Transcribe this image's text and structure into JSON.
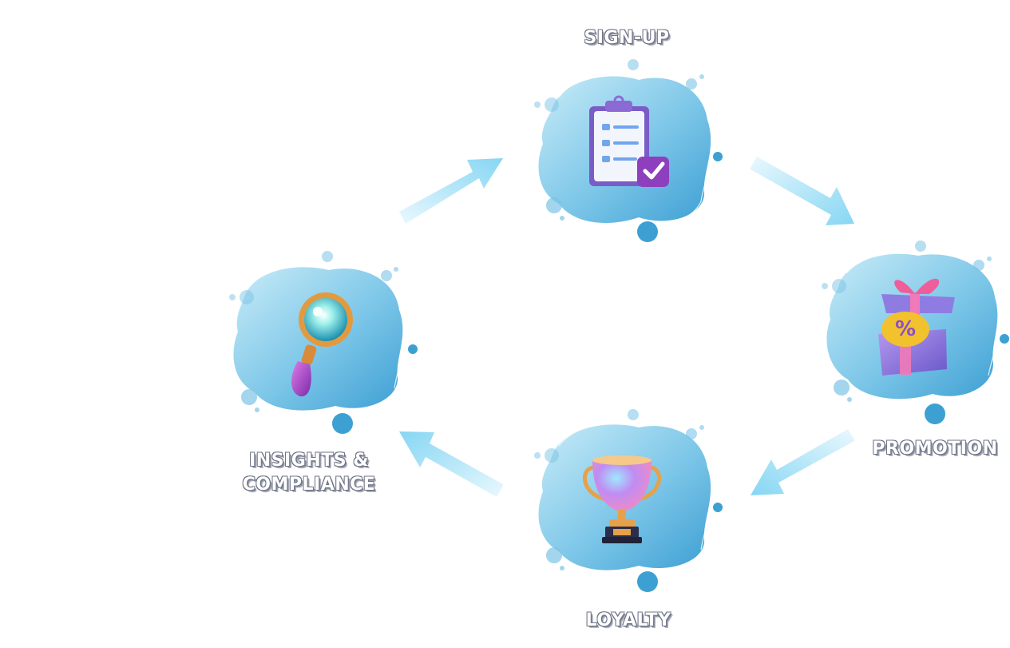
{
  "diagram": {
    "type": "cycle",
    "direction": "clockwise",
    "colors": {
      "blob_light": "#bfe6f5",
      "blob_dark": "#4aa8d8",
      "dot": "#7cc3e6",
      "arrow_light": "#e3f6fd",
      "arrow_dark": "#7fd4f2",
      "label_outline": "#6f7486"
    },
    "stages": [
      {
        "id": "signup",
        "label_lines": [
          "SIGN-UP"
        ],
        "icon": "clipboard-checklist-icon"
      },
      {
        "id": "promotion",
        "label_lines": [
          "PROMOTION"
        ],
        "icon": "gift-box-percent-icon"
      },
      {
        "id": "loyalty",
        "label_lines": [
          "LOYALTY"
        ],
        "icon": "trophy-icon"
      },
      {
        "id": "insights",
        "label_lines": [
          "INSIGHTS &",
          "COMPLIANCE"
        ],
        "icon": "magnifying-glass-icon"
      }
    ],
    "flows": [
      {
        "from": "signup",
        "to": "promotion"
      },
      {
        "from": "promotion",
        "to": "loyalty"
      },
      {
        "from": "loyalty",
        "to": "insights"
      },
      {
        "from": "insights",
        "to": "signup"
      }
    ]
  }
}
